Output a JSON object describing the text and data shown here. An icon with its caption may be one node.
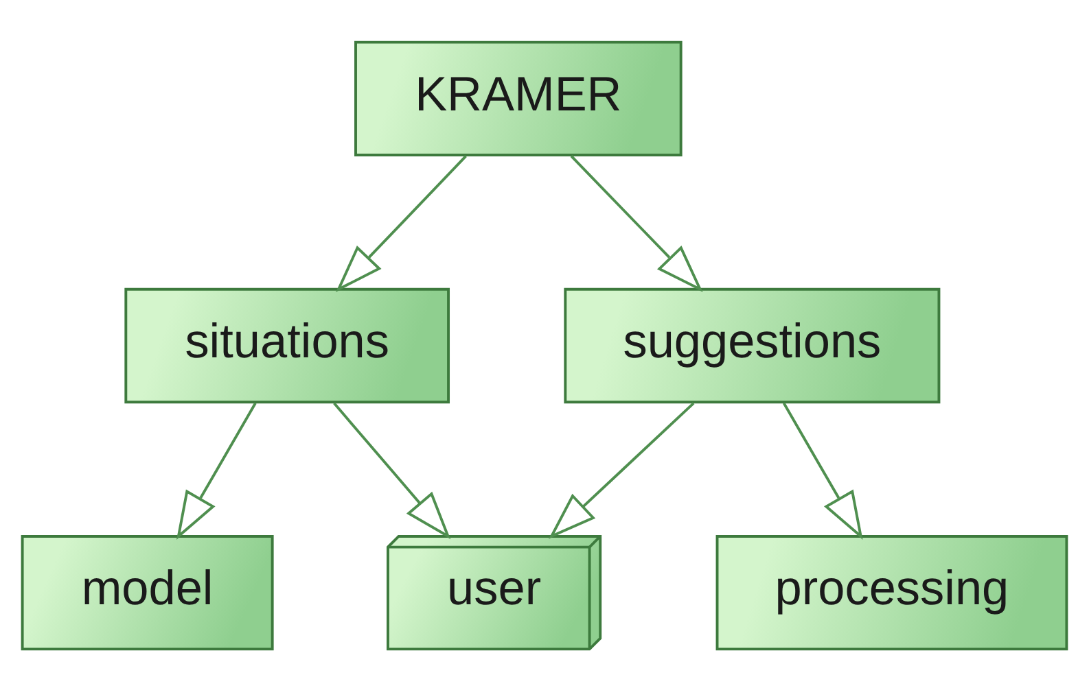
{
  "diagram": {
    "nodes": [
      {
        "text": [
          "KRAMER"
        ]
      },
      {
        "text": [
          "situations"
        ]
      },
      {
        "text": [
          "suggestions"
        ]
      },
      {
        "text": [
          "model"
        ]
      },
      {
        "text": [
          "user"
        ]
      },
      {
        "text": [
          "processing"
        ]
      }
    ],
    "edges": [
      {
        "from": 0,
        "to": 1,
        "arrow": "to"
      },
      {
        "from": 0,
        "to": 2,
        "arrow": "to"
      },
      {
        "from": 1,
        "to": 3,
        "arrow": "to"
      },
      {
        "from": 1,
        "to": 4,
        "arrow": "to"
      },
      {
        "from": 2,
        "to": 4,
        "arrow": "to"
      },
      {
        "from": 2,
        "to": 5,
        "arrow": "to"
      }
    ]
  }
}
